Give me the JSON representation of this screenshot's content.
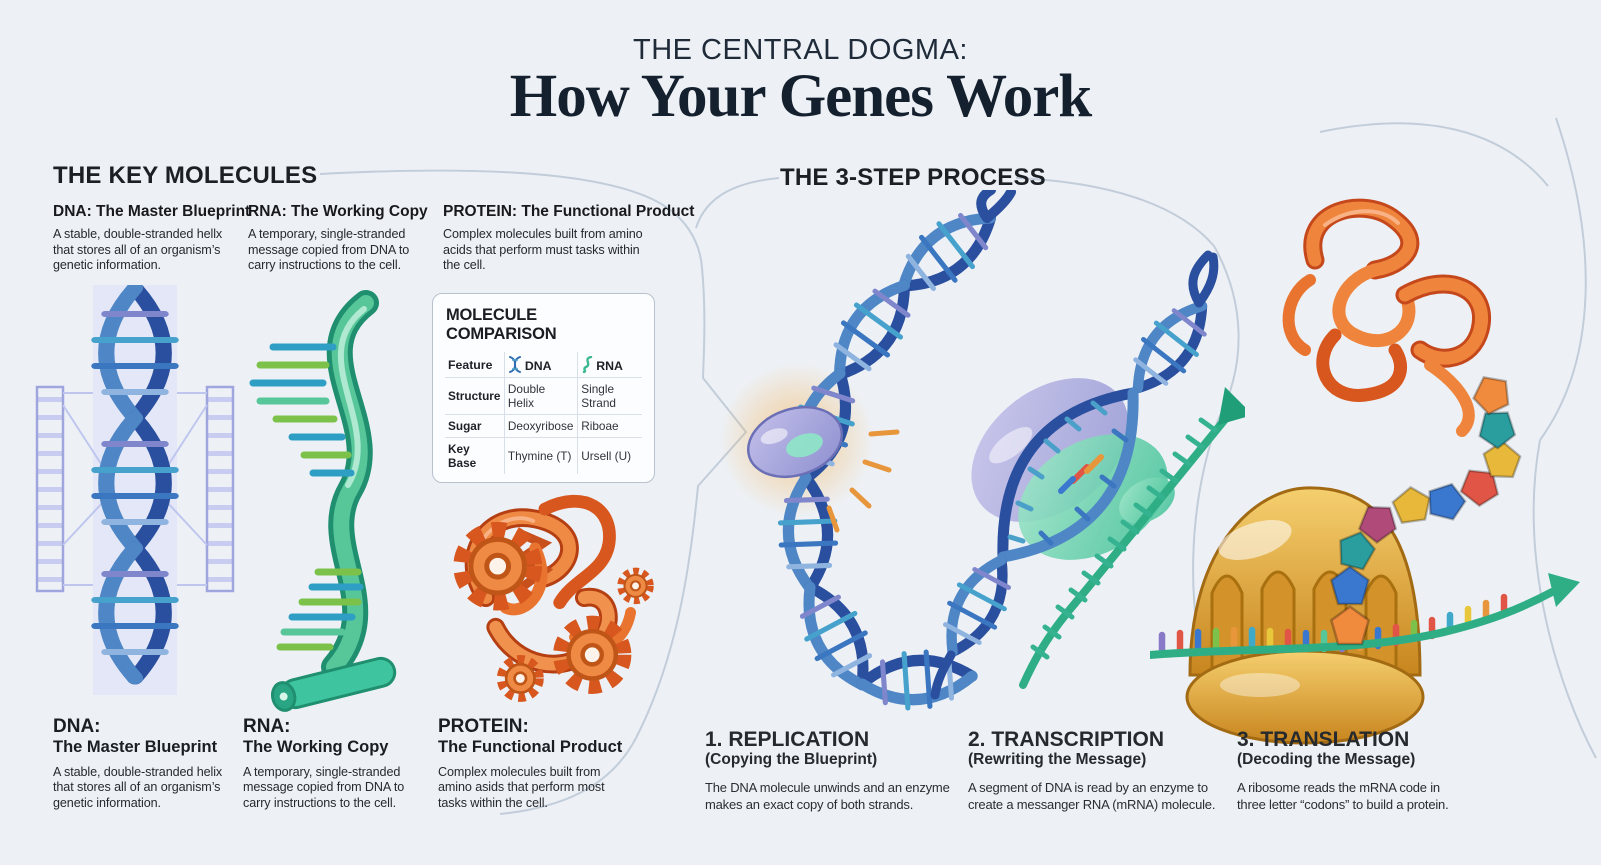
{
  "header": {
    "kicker": "THE CENTRAL DOGMA:",
    "title": "How Your Genes Work"
  },
  "key_molecules": {
    "heading": "THE KEY MOLECULES",
    "intro_cards": [
      {
        "title": "DNA: The Master Blueprint",
        "body": "A stable, double-stranded hellx\nthat stores all of an organism’s\ngenetic information."
      },
      {
        "title": "RNA: The Working Copy",
        "body": "A temporary, single-stranded\nmessage copied from DNA to\ncarry instructions to the cell."
      },
      {
        "title": "PROTEIN: The Functional Product",
        "body": "Complex molecules built from amino\nacids that perform must tasks within\nthe cell."
      }
    ],
    "comparison_table": {
      "title": "MOLECULE COMPARISON",
      "columns": [
        "Feature",
        "DNA",
        "RNA"
      ],
      "icons": {
        "dna": "dna-helix-icon",
        "rna": "rna-strand-icon"
      },
      "rows": [
        {
          "feature": "Structure",
          "dna": "Double Helix",
          "rna": "Single Strand"
        },
        {
          "feature": "Sugar",
          "dna": "Deoxyribose",
          "rna": "Riboae"
        },
        {
          "feature": "Key Base",
          "dna": "Thymine (T)",
          "rna": "Ursell (U)"
        }
      ]
    },
    "bottom_cards": [
      {
        "label": "DNA:",
        "title": "The Master Blueprint",
        "body": "A stable, double-stranded helix\nthat stores all of an organism’s\ngenetic information."
      },
      {
        "label": "RNA:",
        "title": "The Working Copy",
        "body": "A temporary, single-stranded\nmessage copied from DNA to\ncarry instructions to the cell."
      },
      {
        "label": "PROTEIN:",
        "title": "The Functional Product",
        "body": "Complex molecules built from\namino asids that perform most\ntasks within the cell."
      }
    ]
  },
  "process": {
    "heading": "THE 3-STEP PROCESS",
    "steps": [
      {
        "title": "1. REPLICATION",
        "subtitle": "(Copying the Blueprint)",
        "body": "The DNA molecule unwinds and an enzyme\nmakes an exact copy of both strands."
      },
      {
        "title": "2. TRANSCRIPTION",
        "subtitle": "(Rewriting the Message)",
        "body": "A segment of DNA is read by an enzyme to\ncreate a messanger RNA (mRNA) molecule."
      },
      {
        "title": "3. TRANSLATION",
        "subtitle": "(Decoding the Message)",
        "body": "A ribosome reads the mRNA code in\nthree letter “codons” to build a protein."
      }
    ]
  },
  "colors": {
    "background": "#edf1f6",
    "dna_blue": "#2d5fa9",
    "rna_green": "#2fae85",
    "protein_orange": "#e8742f",
    "ribosome_gold": "#e2a33c",
    "title_navy": "#15202e"
  }
}
